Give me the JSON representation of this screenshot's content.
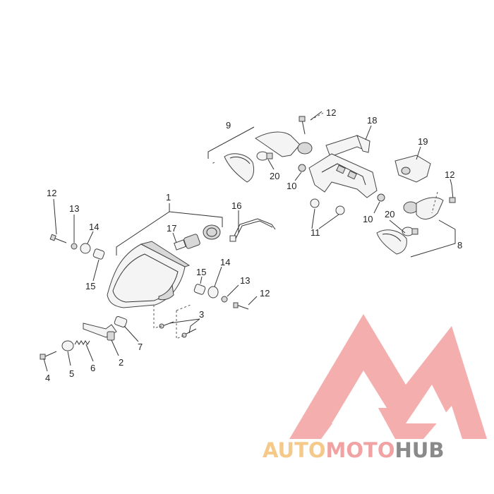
{
  "callouts": [
    {
      "id": "c1",
      "label": "1"
    },
    {
      "id": "c2",
      "label": "2"
    },
    {
      "id": "c3",
      "label": "3"
    },
    {
      "id": "c4",
      "label": "4"
    },
    {
      "id": "c5",
      "label": "5"
    },
    {
      "id": "c6",
      "label": "6"
    },
    {
      "id": "c7",
      "label": "7"
    },
    {
      "id": "c8",
      "label": "8"
    },
    {
      "id": "c9",
      "label": "9"
    },
    {
      "id": "c10a",
      "label": "10"
    },
    {
      "id": "c10b",
      "label": "10"
    },
    {
      "id": "c11",
      "label": "11"
    },
    {
      "id": "c12a",
      "label": "12"
    },
    {
      "id": "c12b",
      "label": "12"
    },
    {
      "id": "c12c",
      "label": "12"
    },
    {
      "id": "c12d",
      "label": "12"
    },
    {
      "id": "c13a",
      "label": "13"
    },
    {
      "id": "c13b",
      "label": "13"
    },
    {
      "id": "c14a",
      "label": "14"
    },
    {
      "id": "c14b",
      "label": "14"
    },
    {
      "id": "c15a",
      "label": "15"
    },
    {
      "id": "c15b",
      "label": "15"
    },
    {
      "id": "c16",
      "label": "16"
    },
    {
      "id": "c17",
      "label": "17"
    },
    {
      "id": "c18",
      "label": "18"
    },
    {
      "id": "c19",
      "label": "19"
    },
    {
      "id": "c20a",
      "label": "20"
    },
    {
      "id": "c20b",
      "label": "20"
    }
  ],
  "watermark": {
    "part1": "AUTO",
    "part2": "MOTO",
    "part3": "HUB",
    "color1": "#f5c98a",
    "color2": "#f1a3a3",
    "color3": "#8a8a8a",
    "logo_color": "#f08080"
  }
}
